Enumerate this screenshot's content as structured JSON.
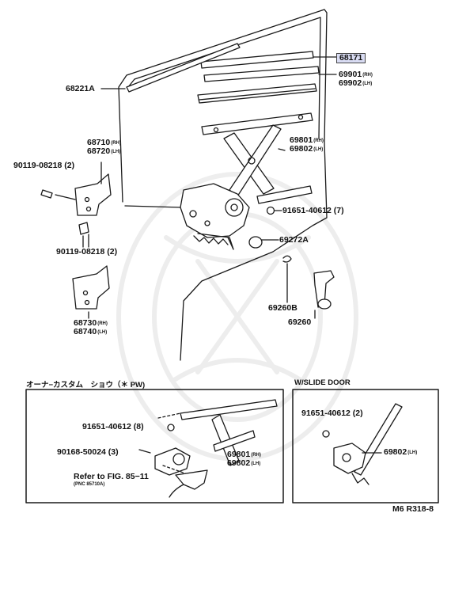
{
  "colors": {
    "highlight": "#d9dcf3",
    "ink": "#1a1a1a",
    "watermark": "#ececec"
  },
  "main": {
    "parts": {
      "p68171": "68171",
      "p69901": "69901",
      "p69901_tag": "(RH)",
      "p69902": "69902",
      "p69902_tag": "(LH)",
      "p68221A": "68221A",
      "p68710": "68710",
      "p68710_tag": "(RH)",
      "p68720": "68720",
      "p68720_tag": "(LH)",
      "bolt_upper": "90119-08218 (2)",
      "bolt_lower": "90119-08218 (2)",
      "p69801": "69801",
      "p69801_tag": "(RH)",
      "p69802": "69802",
      "p69802_tag": "(LH)",
      "p91651": "91651-40612 (7)",
      "p69272A": "69272A",
      "p69260B": "69260B",
      "p69260": "69260",
      "p68730": "68730",
      "p68730_tag": "(RH)",
      "p68740": "68740",
      "p68740_tag": "(LH)"
    }
  },
  "inset_pw": {
    "title": "オーナ−カスタム　ショウ（＊ PW)",
    "p91651": "91651-40612 (8)",
    "p90168": "90168-50024 (3)",
    "p69801": "69801",
    "p69801_tag": "(RH)",
    "p69802": "69802",
    "p69802_tag": "(LH)",
    "refer": "Refer to FIG. 85−11",
    "refer_sub": "(PNC 85710A)"
  },
  "inset_slide": {
    "title": "W/SLIDE DOOR",
    "p91651": "91651-40612 (2)",
    "p69802": "69802",
    "p69802_tag": "(LH)"
  },
  "figure_code": "M6 R318-8"
}
